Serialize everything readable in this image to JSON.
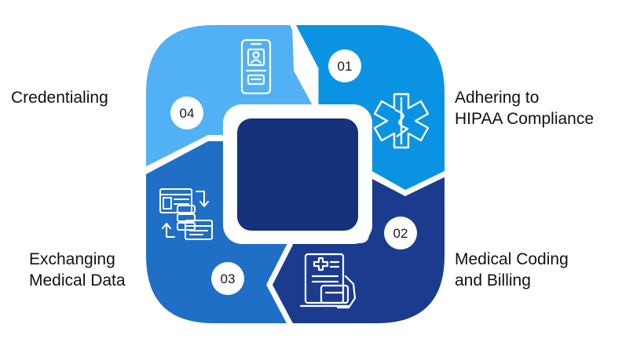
{
  "steps": [
    {
      "number": "01",
      "label_lines": [
        "Adhering to",
        "HIPAA Compliance"
      ],
      "icon": "medical-star-of-life-icon",
      "color": "#0b93e3"
    },
    {
      "number": "02",
      "label_lines": [
        "Medical Coding",
        "and Billing"
      ],
      "icon": "medical-bill-form-icon",
      "color": "#1b3b8f"
    },
    {
      "number": "03",
      "label_lines": [
        "Exchanging",
        "Medical Data"
      ],
      "icon": "data-exchange-icon",
      "color": "#1f6fc6"
    },
    {
      "number": "04",
      "label_lines": [
        "Credentialing"
      ],
      "icon": "id-badge-phone-icon",
      "color": "#52b0f5"
    }
  ],
  "center_color": "#15327a"
}
